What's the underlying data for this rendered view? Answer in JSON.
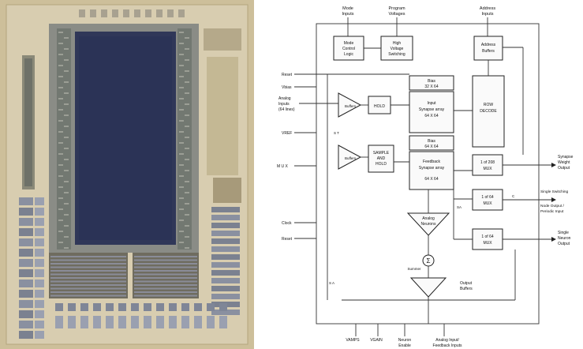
{
  "photo": {
    "subject": "die micrograph"
  },
  "diagram": {
    "top_inputs": [
      {
        "id": "mode-inputs",
        "line1": "Mode",
        "line2": "Inputs"
      },
      {
        "id": "program-voltages",
        "line1": "Program",
        "line2": "Voltages"
      },
      {
        "id": "address-inputs",
        "line1": "Address",
        "line2": "Inputs"
      }
    ],
    "blocks": {
      "mode_control": {
        "line1": "Mode",
        "line2": "Control",
        "line3": "Logic"
      },
      "high_voltage": {
        "line1": "High",
        "line2": "Voltage",
        "line3": "Switching"
      },
      "address_buffers": {
        "line1": "Address",
        "line2": "Buffers"
      },
      "bias_top": {
        "line1": "Bias",
        "line2": "32 X 64"
      },
      "input_array": {
        "line1": "Input",
        "line2": "Synapse array",
        "line3": "64 X 64"
      },
      "row_decode": {
        "line1": "ROW",
        "line2": "DECODE"
      },
      "bias_mid": {
        "line1": "Bias",
        "line2": "64 X 64"
      },
      "feedback_array": {
        "line1": "Feedback",
        "line2": "Synapse array",
        "line3": "64 X 64"
      },
      "hold": {
        "line1": "HOLD"
      },
      "sample_hold": {
        "line1": "SAMPLE",
        "line2": "AND",
        "line3": "HOLD"
      },
      "mux_synapse": {
        "line1": "1 of 208",
        "line2": "MUX"
      },
      "mux_single": {
        "line1": "1 of 64",
        "line2": "MUX"
      },
      "mux_output": {
        "line1": "1 of 64",
        "line2": "MUX"
      },
      "analog_neurons": {
        "line1": "Analog",
        "line2": "Neurons"
      },
      "output_buffers": {
        "line1": "Output",
        "line2": "Buffers"
      },
      "summer": {
        "symbol": "Σ"
      },
      "opamp_a": {
        "line1": "Buffers"
      },
      "opamp_b": {
        "line1": "Buffers"
      }
    },
    "left_labels": {
      "reset": "Reset",
      "vbias": "Vbias",
      "analog_inputs": [
        "Analog",
        "Inputs",
        "(64 lines)"
      ],
      "vref": "VREF",
      "cf": "M U X",
      "clock": "Clock",
      "reset2": "Reset"
    },
    "right_outputs": {
      "synapse_output": [
        "Synapse",
        "Weight",
        "Output"
      ],
      "single_switching": [
        "Single Switching",
        "Node Output /",
        "Periodic Input"
      ],
      "single_output": [
        "Single",
        "Neuron",
        "Output"
      ]
    },
    "bottom_labels": {
      "vamps": "VAMPS",
      "vgain": "VGAIN",
      "neuron_enable": [
        "Neuron",
        "Enable"
      ],
      "analog_input": [
        "Analog Input/",
        "Feedback Inputs"
      ]
    },
    "small_labels": {
      "sa": "SA",
      "st": "S T",
      "c": "C",
      "summer_label": "Summer",
      "sd": "S A"
    }
  }
}
